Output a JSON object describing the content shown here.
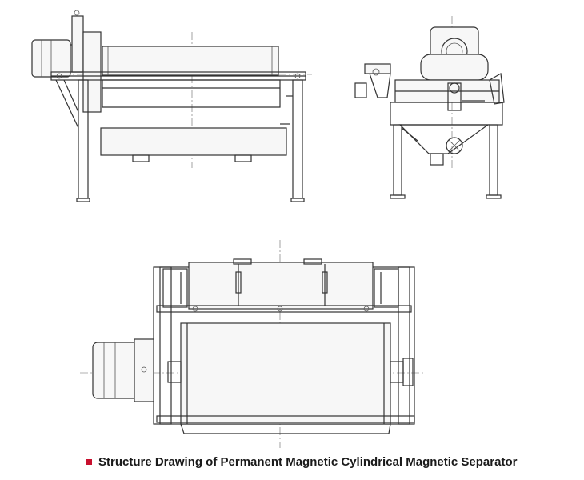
{
  "caption": {
    "text": "Structure Drawing of Permanent Magnetic Cylindrical Magnetic Separator",
    "bullet_color": "#c8102e"
  },
  "views": [
    "side-view",
    "end-view",
    "top-view"
  ]
}
